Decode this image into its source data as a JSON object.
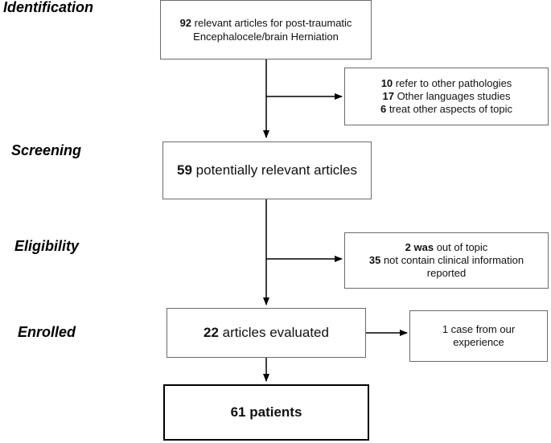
{
  "stages": {
    "identification": "Identification",
    "screening": "Screening",
    "eligibility": "Eligibility",
    "enrolled": "Enrolled"
  },
  "boxes": {
    "identified": {
      "count": "92",
      "text1": " relevant articles for post-traumatic",
      "text2": "Encephalocele/brain Herniation"
    },
    "excluded_identification": {
      "count1": "10",
      "text1": " refer to other pathologies",
      "count2": "17",
      "text2": " Other languages studies",
      "count3": "6",
      "text3": " treat other aspects of topic"
    },
    "screened": {
      "count": "59",
      "text": " potentially relevant articles"
    },
    "excluded_eligibility": {
      "count1": "2",
      "bold1": " was",
      "text1": " out of topic",
      "count2": "35",
      "text2": " not contain clinical information",
      "text3": "reported"
    },
    "evaluated": {
      "count": "22",
      "text": " articles evaluated"
    },
    "own_case": {
      "text1": "1 case from our",
      "text2": "experience"
    },
    "final": {
      "text": "61 patients"
    }
  }
}
